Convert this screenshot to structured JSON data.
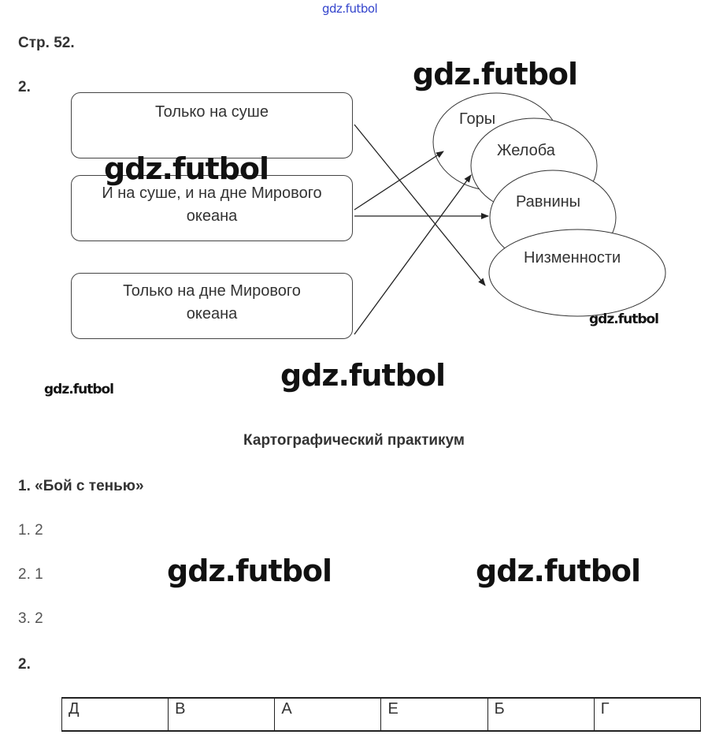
{
  "header_watermark": "gdz.futbol",
  "page_title": "Стр. 52.",
  "task2_label": "2.",
  "diagram": {
    "boxes": [
      "Только на суше",
      "И на суше, и на дне Мирового океана",
      "Только на дне Мирового океана"
    ],
    "ellipses": [
      "Горы",
      "Желоба",
      "Равнины",
      "Низменности"
    ]
  },
  "watermarks": [
    "gdz.futbol",
    "gdz.futbol",
    "gdz.futbol",
    "gdz.futbol",
    "gdz.futbol",
    "gdz.futbol",
    "gdz.futbol"
  ],
  "section_title": "Картографический практикум",
  "exercise1": {
    "title": "1. «Бой с тенью»",
    "answers": [
      "1. 2",
      "2. 1",
      "3. 2"
    ]
  },
  "exercise2": {
    "title": "2.",
    "table": [
      "Д",
      "В",
      "А",
      "Е",
      "Б",
      "Г"
    ]
  }
}
